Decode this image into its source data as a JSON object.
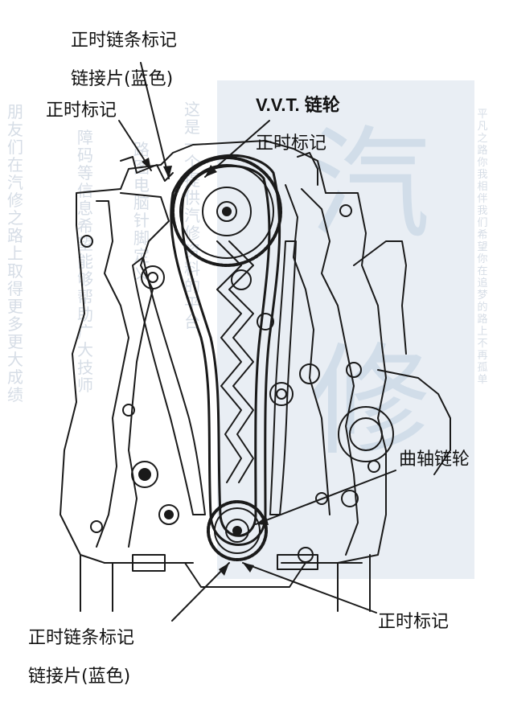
{
  "labels": {
    "top_timing_mark_line1": "正时链条标记",
    "top_timing_mark_line2": "链接片(蓝色)",
    "timing_mark_left": "正时标记",
    "vvt_line1": "V.V.T. 链轮",
    "vvt_line2": "正时标记",
    "crank_sprocket": "曲轴链轮",
    "bottom_timing_mark_line1": "正时链条标记",
    "bottom_timing_mark_line2": "链接片(蓝色)",
    "timing_mark_bottom_right": "正时标记"
  },
  "watermark": {
    "left_col1": "朋友们在汽修之路上取得更多更大成绩",
    "left_col2": "障码等信息希望能够帮助广大技师",
    "left_col3": "路图电脑针脚定义",
    "left_col4": "这是一个提供汽修资料的平台",
    "right_col1": "平凡之路你我相伴我们希望你在追梦的路上不再孤单",
    "big_char1": "汽",
    "big_char2": "修"
  },
  "colors": {
    "line": "#1a1a1a",
    "watermark_band": "#e6ecf2"
  }
}
